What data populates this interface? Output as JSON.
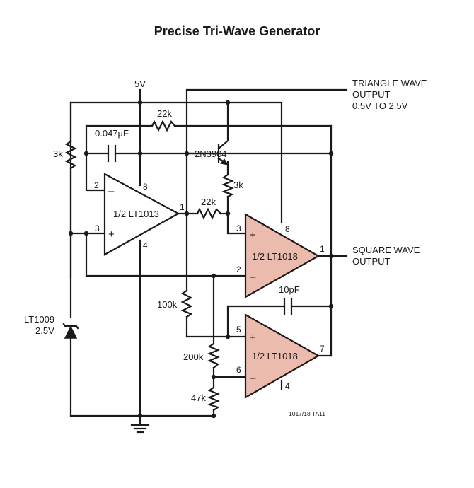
{
  "title": "Precise Tri-Wave Generator",
  "supply": "5V",
  "outputs": {
    "triangle_line1": "TRIANGLE WAVE",
    "triangle_line2": "OUTPUT",
    "triangle_line3": "0.5V TO 2.5V",
    "square_line1": "SQUARE WAVE",
    "square_line2": "OUTPUT"
  },
  "components": {
    "r_feedback_top": "22k",
    "c_integrator": "0.047µF",
    "r_bias_left": "3k",
    "transistor": "2N3904",
    "r_emitter": "3k",
    "r_input": "22k",
    "r_divider": "100k",
    "r_200k": "200k",
    "r_47k": "47k",
    "c_feedback": "10pF",
    "reference_line1": "LT1009",
    "reference_line2": "2.5V"
  },
  "opamps": {
    "a1_label": "1/2 LT1013",
    "a2_label": "1/2 LT1018",
    "a3_label": "1/2 LT1018"
  },
  "pins": {
    "a1_inv": "2",
    "a1_noninv": "3",
    "a1_vplus": "8",
    "a1_out": "1",
    "a1_gnd": "4",
    "a2_noninv": "3",
    "a2_inv": "2",
    "a2_vplus": "8",
    "a2_out": "1",
    "a3_noninv": "5",
    "a3_inv": "6",
    "a3_out": "7",
    "a3_gnd": "4"
  },
  "figure_code": "1017/18 TA11"
}
